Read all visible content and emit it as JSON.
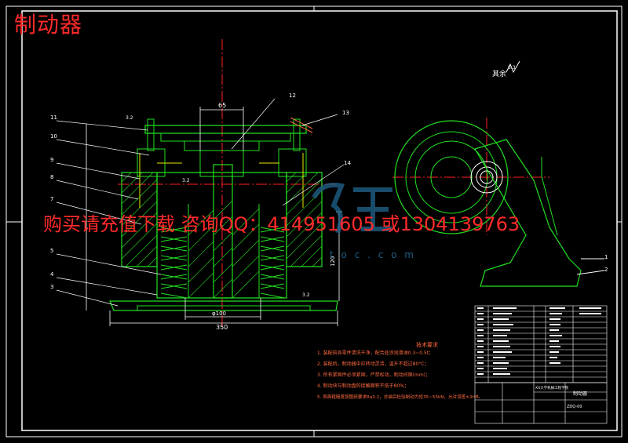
{
  "title": "制动器",
  "ad_text": "购买请充值下载  咨询QQ：414951605  或1304139763",
  "watermark_text": "t o c . c o m",
  "surface_note": "其余",
  "surface_note_value": "6.3",
  "dims": {
    "top_width": "65",
    "bottom_width": "350",
    "inner_width": "φ100",
    "height": "120",
    "roughness_a": "3.2",
    "roughness_b": "3.2",
    "roughness_c": "3.2"
  },
  "balloons_left": [
    "11",
    "10",
    "9",
    "8",
    "7",
    "5",
    "4",
    "3"
  ],
  "balloons_top": [
    "12",
    "13",
    "14"
  ],
  "balloons_right": [
    "1",
    "2"
  ],
  "notes_title": "技术要求",
  "notes": [
    "1. 装配前各零件清洗干净，配合处涂润滑油0.3~0.5t；",
    "2. 装配后，制动器中应转动灵活，温升不超过80°C；",
    "3. 所有紧固件必须紧固，严禁松动，制动间隙(mm)；",
    "4. 制动块与制动盘的接触面积不低于80%；",
    "5. 表面粗糙度按图纸要求Ra3.2，总装后检验制动力矩35~55kN，允许误差±2HB。"
  ],
  "titleblock": {
    "drawing_name": "制动器",
    "school": "XX大学机械工程学院",
    "drawing_no": "ZDQ-00"
  },
  "colors": {
    "green": "#22e022",
    "red": "#ff2020",
    "white": "#ffffff",
    "yellow": "#e8e800",
    "orange": "#ff6a40",
    "blue_wm": "#1e5f86"
  }
}
